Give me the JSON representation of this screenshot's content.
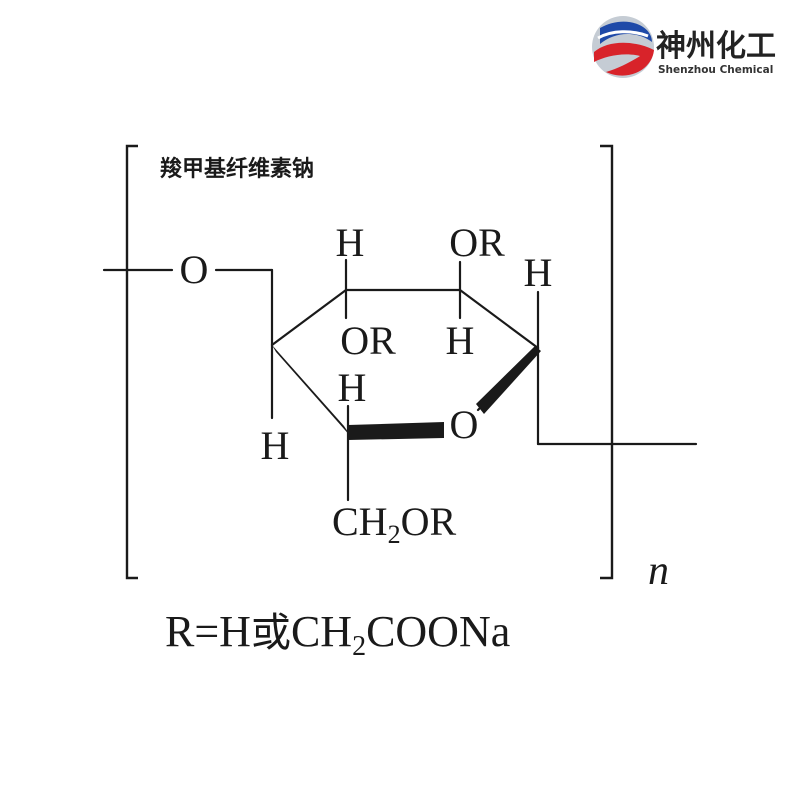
{
  "logo": {
    "name_cn": "神州化工",
    "name_en": "Shenzhou Chemical",
    "colors": {
      "blue": "#1f4aa8",
      "red": "#d8232a",
      "silver": "#9aa3ad",
      "text": "#222222"
    }
  },
  "diagram": {
    "compound_name": "羧甲基纤维素钠",
    "atoms": {
      "o_left": "O",
      "h_top_left": "H",
      "or_top_right": "OR",
      "h_right": "H",
      "or_inner": "OR",
      "h_inner": "H",
      "h_lower": "H",
      "o_ring": "O",
      "h_left": "H",
      "ch2or_prefix": "CH",
      "ch2or_sub": "2",
      "ch2or_suffix": "OR"
    },
    "repeat_index": "n",
    "formula": {
      "part1": "R=H",
      "part2": "或",
      "part3": "CH",
      "part3_sub": "2",
      "part4": "COONa"
    }
  }
}
